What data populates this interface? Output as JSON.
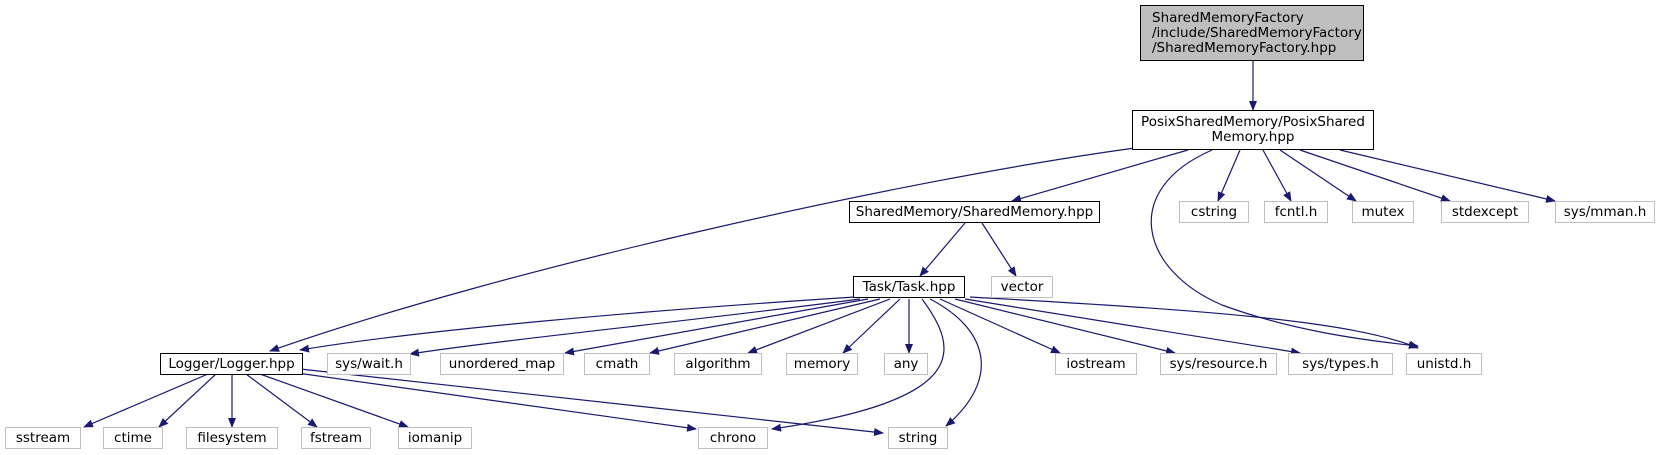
{
  "colors": {
    "edge": "#191970",
    "root_fill": "#bfbfbf",
    "internal_border": "#000000",
    "external_border": "#bfbfbf"
  },
  "nodes": {
    "root": "SharedMemoryFactory\n/include/SharedMemoryFactory\n/SharedMemoryFactory.hpp",
    "posix": "PosixSharedMemory/PosixShared\nMemory.hpp",
    "shared": "SharedMemory/SharedMemory.hpp",
    "cstring": "cstring",
    "fcntl": "fcntl.h",
    "mutex": "mutex",
    "stdexcept": "stdexcept",
    "mman": "sys/mman.h",
    "task": "Task/Task.hpp",
    "vector": "vector",
    "logger": "Logger/Logger.hpp",
    "wait": "sys/wait.h",
    "umap": "unordered_map",
    "cmath": "cmath",
    "algorithm": "algorithm",
    "memory": "memory",
    "any": "any",
    "iostream": "iostream",
    "resource": "sys/resource.h",
    "types": "sys/types.h",
    "unistd": "unistd.h",
    "sstream": "sstream",
    "ctime": "ctime",
    "filesystem": "filesystem",
    "fstream": "fstream",
    "iomanip": "iomanip",
    "chrono": "chrono",
    "string": "string"
  }
}
